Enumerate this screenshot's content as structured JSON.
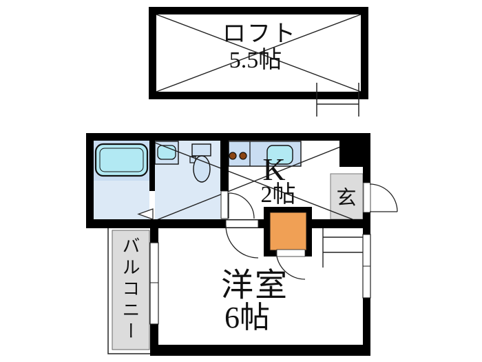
{
  "loft": {
    "name": "ロフト",
    "size": "5.5帖"
  },
  "kitchen": {
    "label": "K",
    "size": "2帖"
  },
  "entrance": {
    "label": "玄"
  },
  "main_room": {
    "name": "洋室",
    "size": "6帖"
  },
  "balcony": {
    "label": "バルコニー"
  },
  "colors": {
    "wall": "#000000",
    "line": "#222222",
    "room_blue": "#dce9f6",
    "panel_blue": "#c9ddf2",
    "toilet_blue": "#cfe2f4",
    "cyan": "#b2e9f3",
    "orange": "#f0a055",
    "gray": "#dcdcdc",
    "burner": "#8b4513"
  }
}
